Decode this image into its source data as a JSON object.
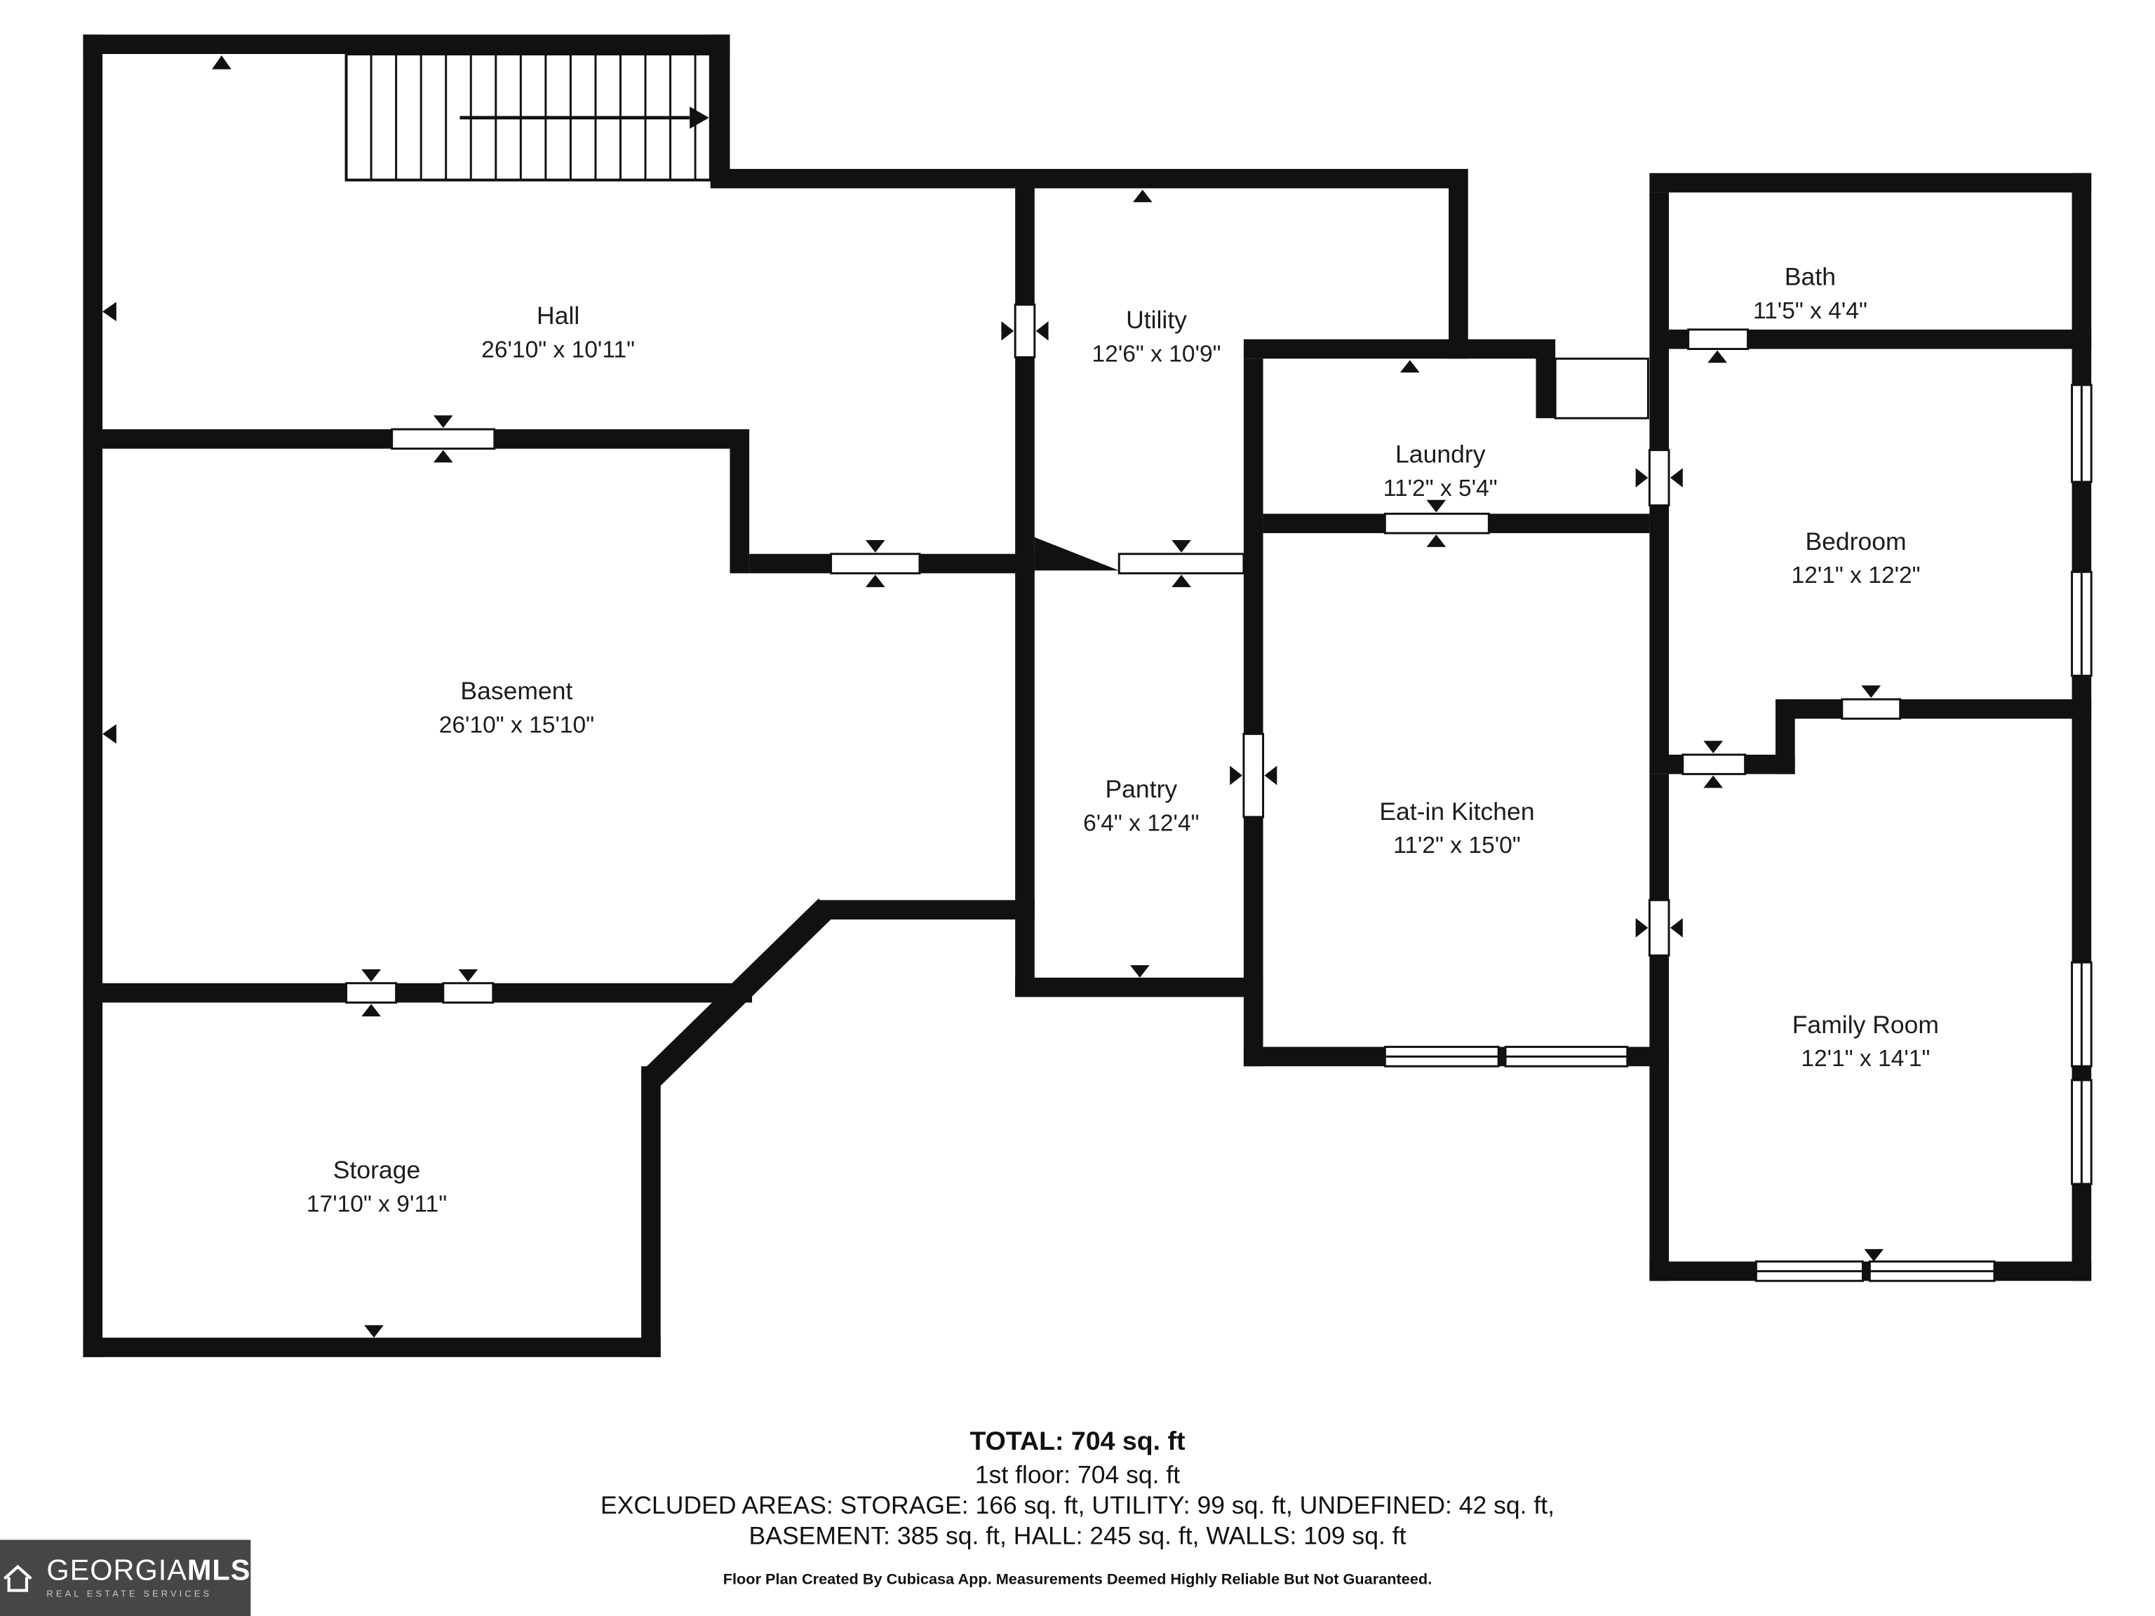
{
  "floorplan": {
    "wall_color": "#111111",
    "rooms": [
      {
        "name": "Hall",
        "dims": "26'10\" x 10'11\""
      },
      {
        "name": "Utility",
        "dims": "12'6\" x 10'9\""
      },
      {
        "name": "Bath",
        "dims": "11'5\" x 4'4\""
      },
      {
        "name": "Laundry",
        "dims": "11'2\" x 5'4\""
      },
      {
        "name": "Bedroom",
        "dims": "12'1\" x 12'2\""
      },
      {
        "name": "Basement",
        "dims": "26'10\" x 15'10\""
      },
      {
        "name": "Pantry",
        "dims": "6'4\" x 12'4\""
      },
      {
        "name": "Eat-in Kitchen",
        "dims": "11'2\" x 15'0\""
      },
      {
        "name": "Family Room",
        "dims": "12'1\" x 14'1\""
      },
      {
        "name": "Storage",
        "dims": "17'10\" x 9'11\""
      }
    ]
  },
  "summary": {
    "total": "TOTAL: 704 sq. ft",
    "first_floor": "1st floor: 704 sq. ft",
    "excluded_line1": "EXCLUDED AREAS: STORAGE: 166 sq. ft, UTILITY: 99 sq. ft, UNDEFINED: 42 sq. ft,",
    "excluded_line2": "BASEMENT: 385 sq. ft, HALL: 245 sq. ft, WALLS: 109 sq. ft",
    "disclaimer": "Floor Plan Created By Cubicasa App. Measurements Deemed Highly Reliable But Not Guaranteed."
  },
  "logo": {
    "brand_primary": "GEORGIA",
    "brand_secondary": "MLS",
    "tagline": "REAL ESTATE SERVICES"
  }
}
